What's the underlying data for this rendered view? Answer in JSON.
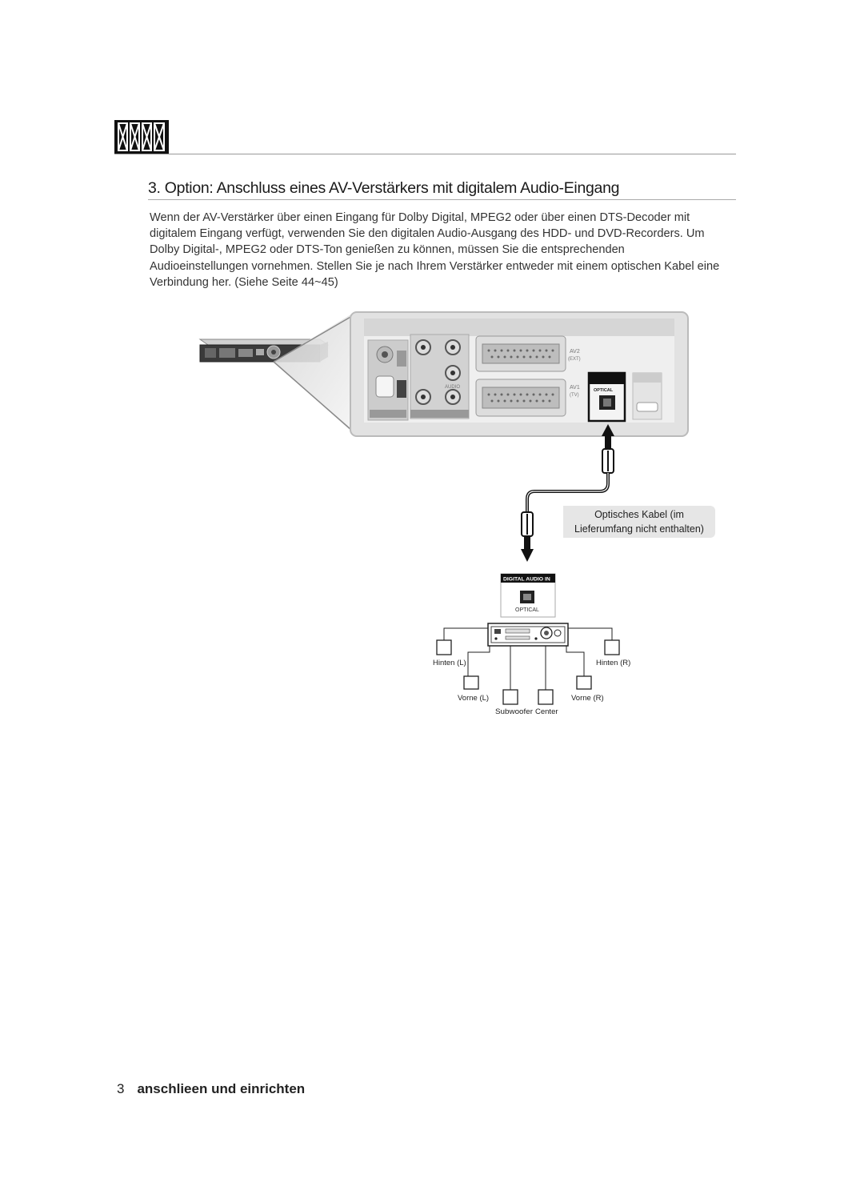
{
  "page": {
    "section_title": "3. Option: Anschluss eines AV-Verstärkers mit digitalem Audio-Eingang",
    "body_lines": [
      "Wenn der AV-Verstärker über einen Eingang für Dolby Digital, MPEG2 oder über einen DTS-Decoder mit",
      "digitalem Eingang verfügt, verwenden Sie den digitalen Audio-Ausgang des HDD- und DVD-Recorders. Um",
      "Dolby Digital-, MPEG2 oder DTS-Ton genießen zu können, müssen Sie die entsprechenden",
      "Audioeinstellungen vornehmen. Stellen Sie je nach Ihrem Verstärker entweder mit einem optischen Kabel eine",
      "Verbindung her. (Siehe Seite 44~45)"
    ]
  },
  "diagram": {
    "panel_labels": {
      "av2": "AV2",
      "ext": "(EXT)",
      "av1": "AV1",
      "tv": "(TV)",
      "optical_port": "OPTICAL",
      "audio": "AUDIO"
    },
    "cable_label_lines": [
      "Optisches Kabel (im",
      "Lieferumfang nicht enthalten)"
    ],
    "amp_input_header": "DIGITAL AUDIO IN",
    "amp_input_label": "OPTICAL",
    "speakers": {
      "rear_left": "Hinten (L)",
      "rear_right": "Hinten (R)",
      "front_left": "Vorne (L)",
      "front_right": "Vorne (R)",
      "subwoofer": "Subwoofer",
      "center": "Center"
    }
  },
  "footer": {
    "page_number": "3",
    "section_name": "anschlieen und einrichten"
  }
}
